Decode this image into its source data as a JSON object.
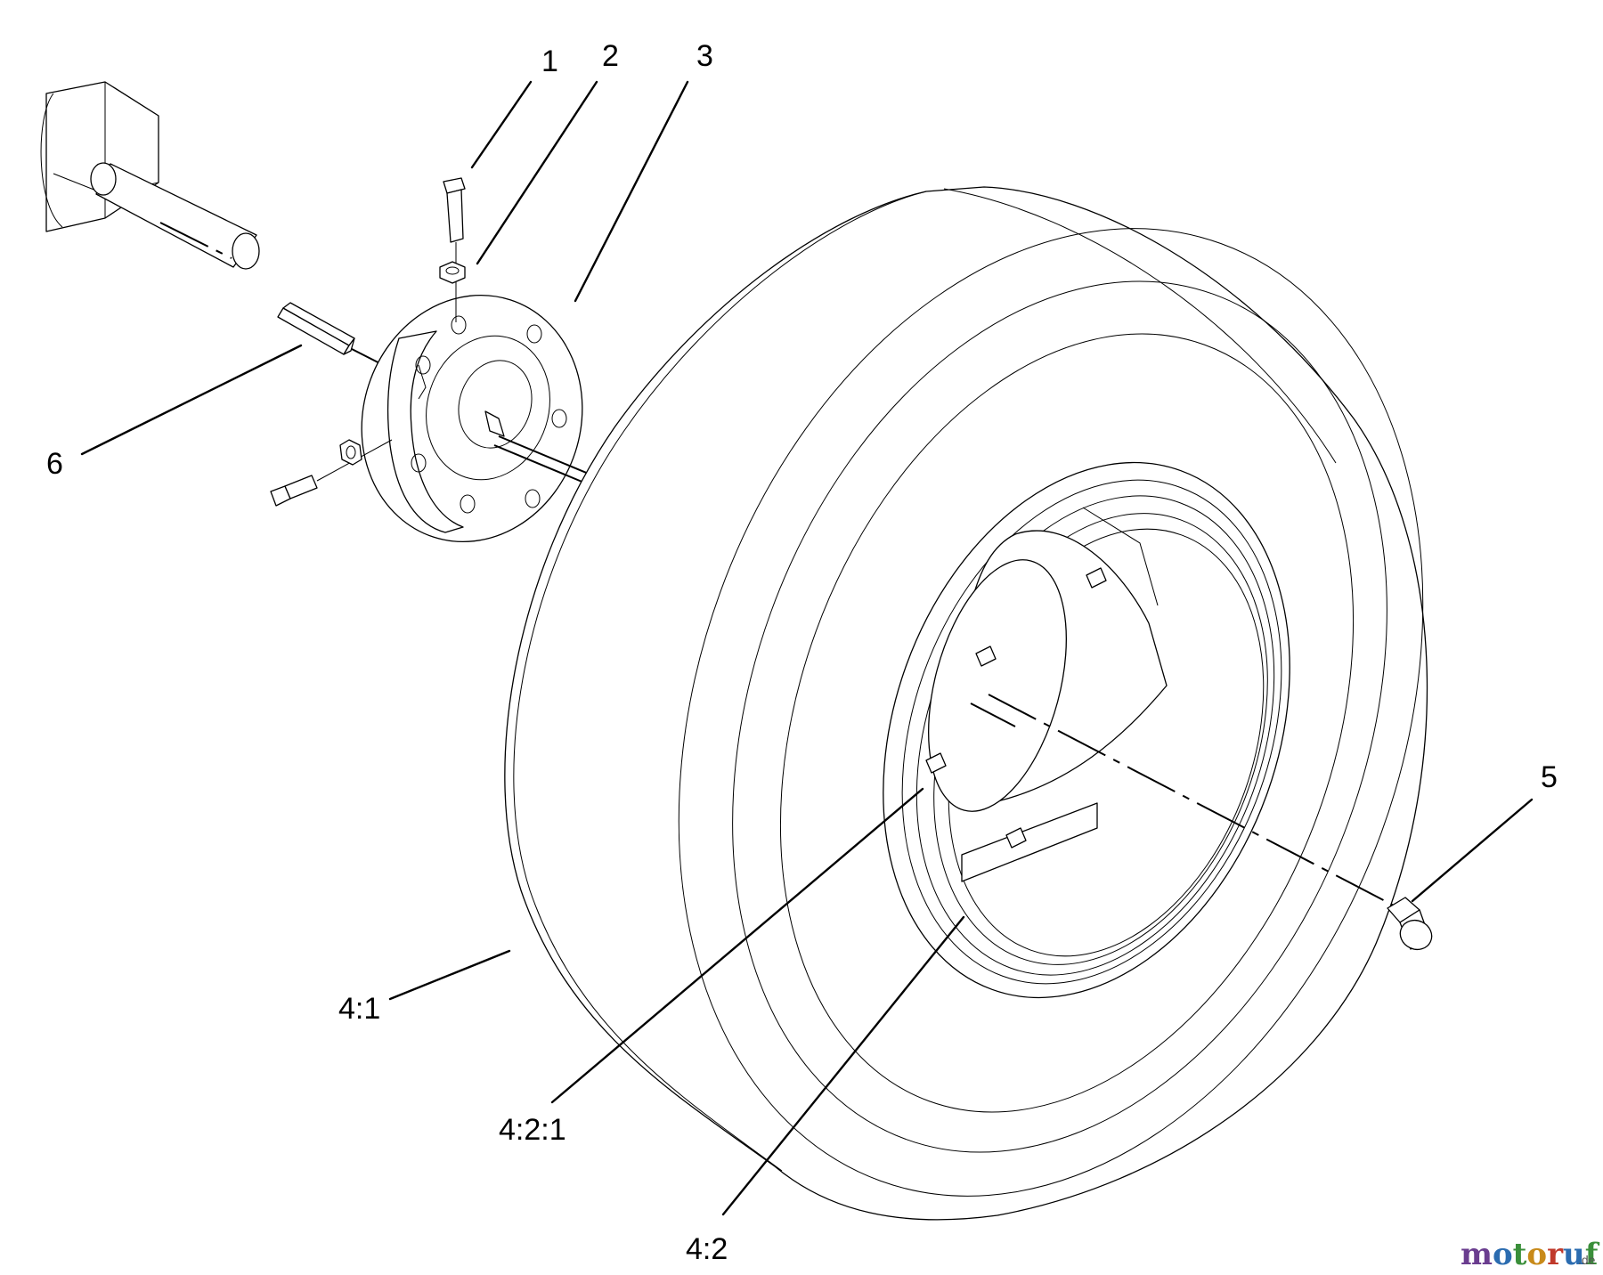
{
  "callouts": {
    "c1": "1",
    "c2": "2",
    "c3": "3",
    "c4_1": "4:1",
    "c4_2_1": "4:2:1",
    "c4_2": "4:2",
    "c5": "5",
    "c6": "6"
  },
  "watermark": {
    "text_colored": "motoruf",
    "suffix": ".de",
    "colors": [
      "#6a3d8f",
      "#2b6cb0",
      "#3a8f3a",
      "#c88a1a",
      "#c0392b",
      "#2b6cb0",
      "#3a8f3a"
    ]
  },
  "colors": {
    "line": "#000000",
    "background": "#ffffff"
  }
}
